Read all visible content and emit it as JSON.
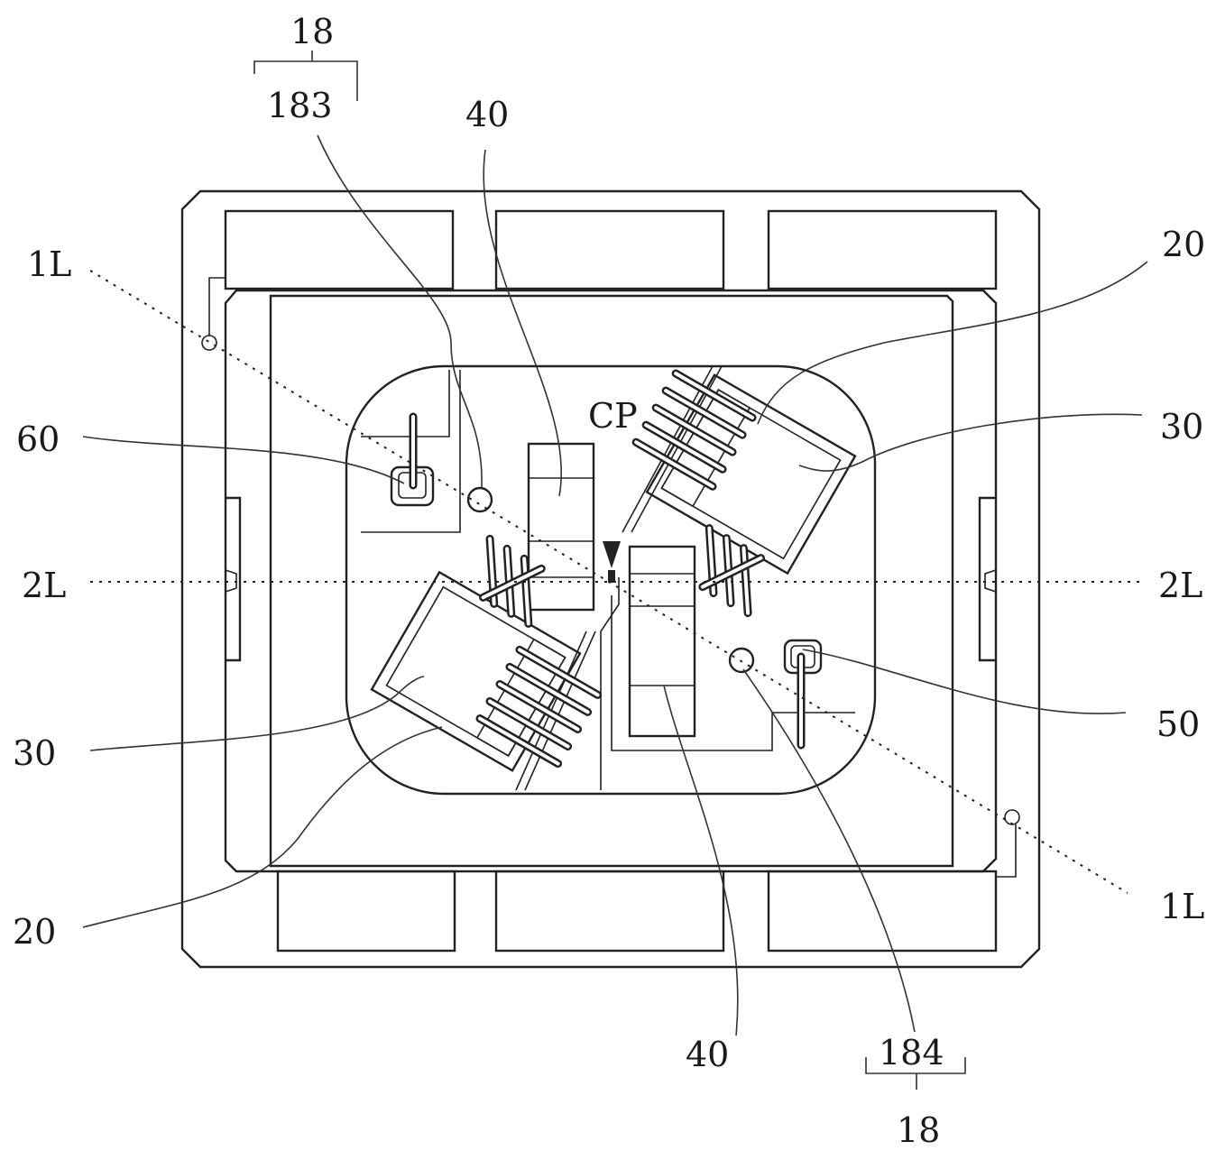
{
  "labels": {
    "l18_top": "18",
    "l183": "183",
    "l40_top": "40",
    "l20_right": "20",
    "l1L_left": "1L",
    "l60": "60",
    "lCP": "CP",
    "l30_right": "30",
    "l2L_left": "2L",
    "l2L_right": "2L",
    "l50": "50",
    "l30_left": "30",
    "l1L_right": "1L",
    "l20_left": "20",
    "l40_bottom": "40",
    "l184": "184",
    "l18_bottom": "18"
  },
  "colors": {
    "ink": "#222222",
    "background": "#ffffff"
  }
}
